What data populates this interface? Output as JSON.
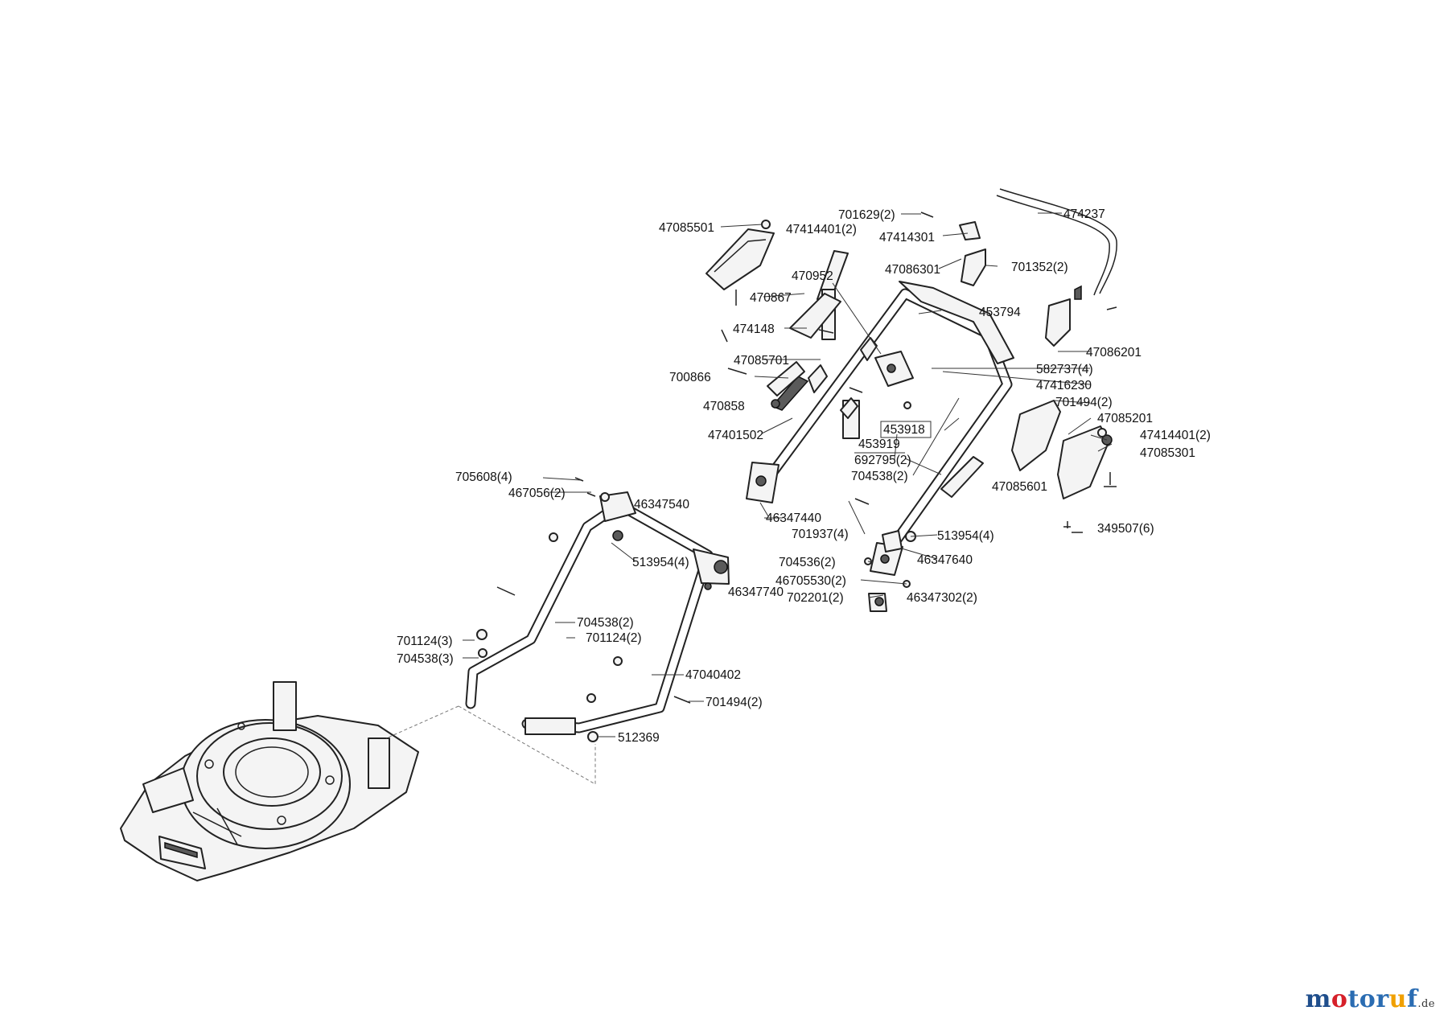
{
  "labels": {
    "p474237": "474237",
    "p701629": "701629(2)",
    "p47414301": "47414301",
    "p47086301": "47086301",
    "p701352": "701352(2)",
    "p47085501": "47085501",
    "p47414401a": "47414401(2)",
    "p470952": "470952",
    "p470867": "470867",
    "p453794": "453794",
    "p474148": "474148",
    "p47086201": "47086201",
    "p47085701": "47085701",
    "p582737": "582737(4)",
    "p700866": "700866",
    "p47416230": "47416230",
    "p470858": "470858",
    "p701494a": "701494(2)",
    "p453918": "453918",
    "p47085201": "47085201",
    "p47401502": "47401502",
    "p453919": "453919",
    "p47414401b": "47414401(2)",
    "p692795": "692795(2)",
    "p47085301": "47085301",
    "p704538a": "704538(2)",
    "p705608": "705608(4)",
    "p47085601": "47085601",
    "p467056": "467056(2)",
    "p46347540": "46347540",
    "p46347440": "46347440",
    "p701937": "701937(4)",
    "p513954a": "513954(4)",
    "p349507": "349507(6)",
    "p513954b": "513954(4)",
    "p704536": "704536(2)",
    "p46347640": "46347640",
    "p46705530": "46705530(2)",
    "p46347740": "46347740",
    "p702201": "702201(2)",
    "p46347302": "46347302(2)",
    "p704538b": "704538(2)",
    "p701124a": "701124(2)",
    "p701124b": "701124(3)",
    "p704538c": "704538(3)",
    "p47040402": "47040402",
    "p701494b": "701494(2)",
    "p512369": "512369"
  },
  "brand": {
    "name": "motoruf",
    "tld": ".de"
  },
  "colors": {
    "line": "#222222",
    "brand_m": "#1f4e8c",
    "brand_o1": "#d6202a",
    "brand_rest": "#2a6cb2",
    "brand_f": "#f0a000"
  },
  "icons": [
    "screw-icon",
    "nut-icon",
    "washer-icon"
  ]
}
